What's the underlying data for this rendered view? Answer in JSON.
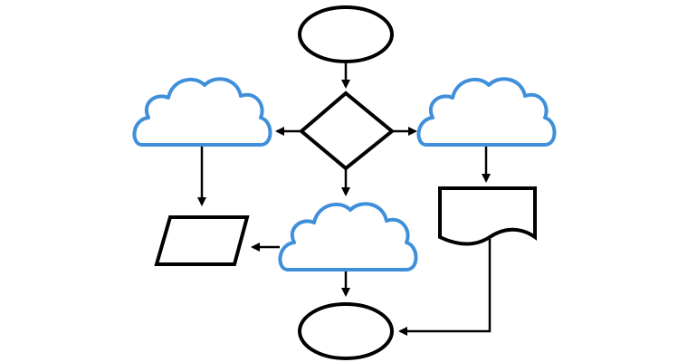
{
  "diagram": {
    "colors": {
      "outline": "#000000",
      "cloud_outline": "#3f8fdb",
      "fill": "#ffffff",
      "background": "#ffffff"
    },
    "nodes": [
      {
        "id": "start",
        "shape": "ellipse",
        "label": ""
      },
      {
        "id": "decision",
        "shape": "diamond",
        "label": ""
      },
      {
        "id": "cloud-left",
        "shape": "cloud",
        "label": ""
      },
      {
        "id": "cloud-right",
        "shape": "cloud",
        "label": ""
      },
      {
        "id": "cloud-center",
        "shape": "cloud",
        "label": ""
      },
      {
        "id": "input-output",
        "shape": "parallelogram",
        "label": ""
      },
      {
        "id": "document",
        "shape": "document",
        "label": ""
      },
      {
        "id": "end",
        "shape": "ellipse",
        "label": ""
      }
    ],
    "edges": [
      {
        "from": "start",
        "to": "decision"
      },
      {
        "from": "decision",
        "to": "cloud-left"
      },
      {
        "from": "decision",
        "to": "cloud-right"
      },
      {
        "from": "decision",
        "to": "cloud-center"
      },
      {
        "from": "cloud-left",
        "to": "input-output"
      },
      {
        "from": "cloud-center",
        "to": "input-output"
      },
      {
        "from": "cloud-center",
        "to": "end"
      },
      {
        "from": "cloud-right",
        "to": "document"
      },
      {
        "from": "document",
        "to": "end"
      }
    ]
  }
}
